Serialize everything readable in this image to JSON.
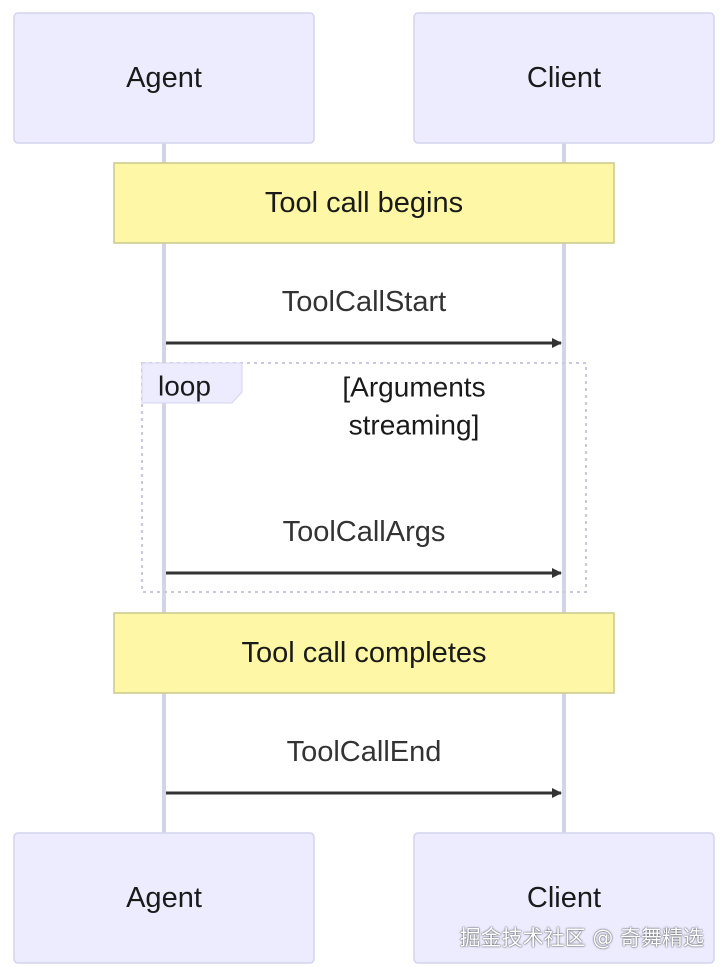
{
  "actors": {
    "left": {
      "name": "Agent"
    },
    "right": {
      "name": "Client"
    }
  },
  "notes": [
    {
      "text": "Tool call begins"
    },
    {
      "text": "Tool call completes"
    }
  ],
  "messages": [
    {
      "text": "ToolCallStart",
      "from": "Agent",
      "to": "Client"
    },
    {
      "text": "ToolCallArgs",
      "from": "Agent",
      "to": "Client"
    },
    {
      "text": "ToolCallEnd",
      "from": "Agent",
      "to": "Client"
    }
  ],
  "loop": {
    "label": "loop",
    "condition_line1": "[Arguments",
    "condition_line2": "streaming]"
  },
  "colors": {
    "actor_fill": "#ececfe",
    "note_fill": "#fdf7a6",
    "arrow": "#333333"
  },
  "watermark": "掘金技术社区 @ 奇舞精选"
}
